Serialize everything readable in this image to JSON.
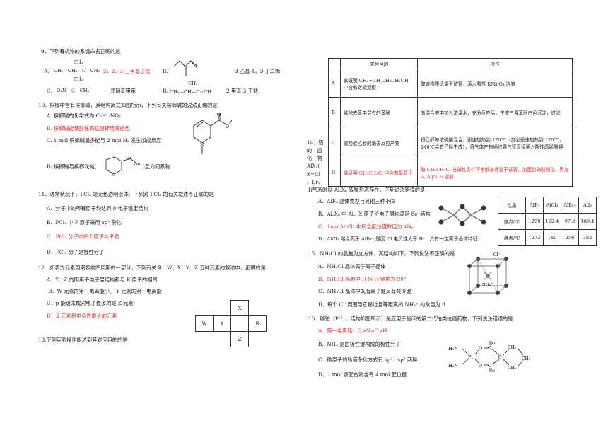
{
  "q9": {
    "stem": "9．下列有机物的系统命名正确的是",
    "a_label": "A.",
    "a_struct_line1": "CH₃",
    "a_struct_line2": "CH₃—CH₂—C—CH₃",
    "a_struct_line3": "CH₃",
    "a_name": "2，2，3-三甲基丁烷",
    "b_label": "B.",
    "b_name": "3-乙基-1，3-丁二烯",
    "c_label": "C.",
    "c_struct": "O₂N—⬡—CH₃",
    "c_name": "邻硝基甲苯",
    "d_label": "D.",
    "d_struct_line1": "CH₃",
    "d_struct_line2": "CH₃—CH—C≡CH",
    "d_name": "2-甲基-3-丁炔"
  },
  "q10": {
    "stem": "10．槟榔中含有槟榔碱，其结构简式如图所示，下列有关槟榔碱的说法正确的是",
    "a": "A. 槟榔碱的化学式为 C₈H₁₂NO₂",
    "b": "B. 槟榔碱能使酸性高锰酸钾溶液褪色",
    "c": "C. 1 mol 槟榔碱最多能与 2 mol H₂ 发生加成反应",
    "d_prefix": "D. 槟榔碱与槟榔次碱(",
    "d_suffix": ")互为同系物",
    "atom_o": "O",
    "atom_n": "N",
    "atom_oh": "OH"
  },
  "q11": {
    "stem": "11．通常状况下，PCl₃ 是无色透明液体。下列对 PCl₃ 的有关叙述不正确的是",
    "a": "A．分子中的所有原子均达到 8 电子稳定结构",
    "b": "B．PCl₃ 中 P 原子采用 sp³ 杂化",
    "c": "C．PCl₃ 分子中四个原子共平面",
    "d": "D．PCl₃ 分子是极性分子"
  },
  "q12": {
    "stem": "12．如表为元素周期表前四周期的一部分，下列有关 R、W、X、Y、Z 五种元素的叙述中，正确的是",
    "a": "A．Y、Z 的阴离子电子层结构都与 R 原子的相同",
    "b": "B．W 元素的第一电离能小于 Y 元素的第一电离能",
    "c": "C．p 能级未成对电子最多的是 Z 元素",
    "d": "D．X 元素是电负性最大的元素",
    "cell_x": "X",
    "cell_w": "W",
    "cell_y": "Y",
    "cell_r": "R",
    "cell_z": "Z"
  },
  "q13": {
    "stem": "13.下列实验操作能达到其对应目的的是",
    "header_purpose": "实验目的",
    "header_operation": "操作",
    "rows": [
      {
        "label": "A",
        "purpose": "欲证明 CH₂=CH-CH₂CH₂OH 中含有碳碳双键",
        "operation": "取该物质适量于试管，滴入酸性 KMnO₄ 溶液"
      },
      {
        "label": "B",
        "purpose": "欲除去苯中混有的苯酚",
        "operation": "向混合液中加入浓溴水，充分反应后，生成三溴苯酚白色沉淀，过滤"
      },
      {
        "label": "C",
        "purpose": "欲检验乙醇的消去反应产物",
        "operation": "将乙醇与浓硫酸混合，迅速加热到 170℃（务必迅速加热到 170℃，140℃会有乙醚生成），将气体产物通过导气管直接通入酸性高锰酸钾"
      },
      {
        "label": "D",
        "purpose": "欲证明 CH₃CH₂Cl 中含有氯原子",
        "operation": "取 CH₃CH₂Cl 在碱性条件下水解液适量于试管，加足量硝酸酸化，再加入 AgNO₃ 溶液"
      }
    ]
  },
  "q14": {
    "stem_vertical": [
      "14．铝",
      "的　卤",
      "化　物",
      "AlX₃(",
      "X=Cl",
      "、Br、"
    ],
    "stem_cont": "I)气态时以 Al₂X₆ 双聚形态存在，下列说法错误的是",
    "a": "A．AlF₃ 晶体类型与其他三种不同",
    "b": "B．Al₂X₆ 中 Al、X 原子价电子层均满足 8e⁻结构",
    "c": "C．1molAl₂Cl₆ 中所含配位键数目为 4Nₐ",
    "d": "D．AlCl₃ 熔点高于 AlBr₃ 是因 Cl 电负性大于 Br，具有一定离子晶体特征",
    "props_header": [
      "性质",
      "AlF₃",
      "AlCl₃",
      "AlBr₃",
      "AlI₃"
    ],
    "props_rows": [
      [
        "熔点/℃",
        "1290",
        "192.4",
        "97.8",
        "189.4"
      ],
      [
        "沸点/℃",
        "1272",
        "180",
        "256",
        "382"
      ]
    ]
  },
  "q15": {
    "stem": "15．NH₄Cl 的晶胞为立方体，其结构如下，下列说法不正确的是",
    "a": "A．NH₄Cl 晶体属于离子晶体",
    "b": "B．NH₄Cl 晶胞中 H-N-H 键角为 90°",
    "c": "C．NH₄Cl 晶体中既有离子键又有共价键",
    "d": "D．每个 Cl⁻周围与它最近且等距离的 NH₄⁺ 的数目为 8",
    "label_cl": "Cl⁻",
    "label_nh4": "NH₄⁺"
  },
  "q16": {
    "stem": "16．碳铂（Pt²⁺，结构如图所示）是应用于临床的第二代铂类抗癌药物，下列说法错误的是",
    "a": "A．第一电离能：O>N>C>H",
    "b": "B．NH₃ 是由极性键构成的极性分子",
    "c": "C．碳原子的轨道杂化方式有 sp²、sp³ 两种",
    "d": "D．1 mol 该配合物含有 4 mol 配位键",
    "label_h3n_top": "H₃N",
    "label_h3n_bot": "H₃N",
    "label_pt": "Pt",
    "label_o1": "O",
    "label_o2": "O",
    "label_o3": "O",
    "label_o4": "O",
    "label_c1": "C",
    "label_c2": "C",
    "label_c3": "C",
    "label_ch2a": "CH₂",
    "label_ch2b": "CH₂",
    "label_ch2c": "CH₂"
  }
}
